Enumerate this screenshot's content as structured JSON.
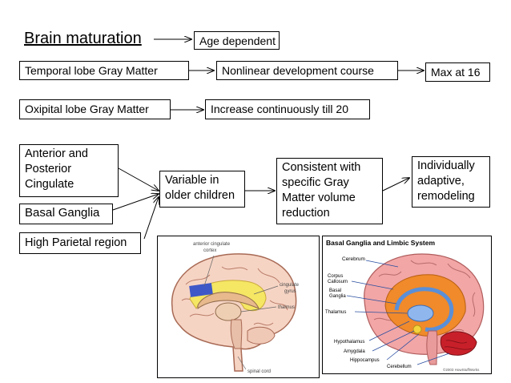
{
  "title": "Brain maturation",
  "boxes": {
    "age_dependent": "Age dependent",
    "temporal": "Temporal lobe Gray Matter",
    "nonlinear": "Nonlinear development course",
    "max16": "Max at 16",
    "occipital": "Oxipital lobe Gray Matter",
    "increase": "Increase continuously till 20",
    "anterior_line1": "Anterior and",
    "anterior_line2": "Posterior",
    "anterior_line3": "Cingulate",
    "basal": "Basal Ganglia",
    "parietal": "High Parietal region",
    "variable_line1": "Variable in",
    "variable_line2": "older children",
    "consistent_line1": "Consistent with",
    "consistent_line2": "specific Gray",
    "consistent_line3": "Matter volume",
    "consistent_line4": "reduction",
    "individual_line1": "Individually",
    "individual_line2": "adaptive,",
    "individual_line3": "remodeling"
  },
  "left_image": {
    "labels": {
      "anterior_cingulate": "anterior cingulate",
      "cortex": "cortex",
      "cingulate": "cingulate",
      "gyrus": "gyrus",
      "thalmus": "thalmus",
      "spinal_cord": "spinal cord"
    }
  },
  "right_image": {
    "title": "Basal Ganglia and Limbic System",
    "labels": {
      "cerebrum": "Cerebrum",
      "corpus": "Corpus",
      "callosum": "Callosum",
      "basal": "Basal",
      "ganglia": "Ganglia",
      "thalamus": "Thalamus",
      "hypothalamus": "Hypothalamus",
      "amygdala": "Amygdala",
      "hippocampus": "Hippocampus",
      "cerebellum": "Cerebellum",
      "credit": "©2003 HowStuffWorks"
    }
  }
}
